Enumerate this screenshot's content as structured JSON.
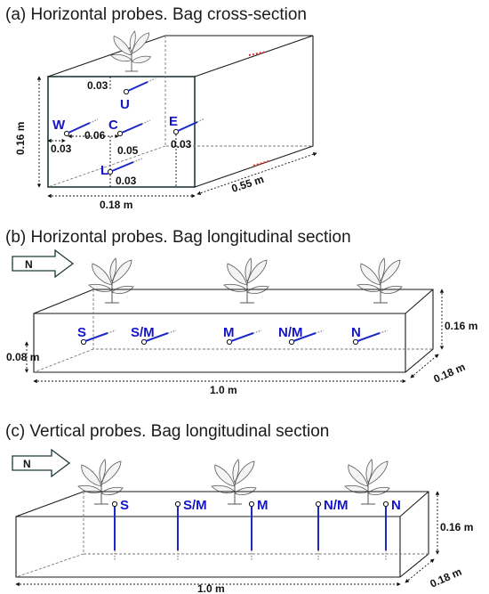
{
  "panel_a": {
    "caption": "(a) Horizontal probes. Bag cross-section",
    "dims": {
      "height": "0.16 m",
      "width": "0.18 m",
      "length": "0.55 m",
      "u_top": "0.03",
      "w_side": "0.03",
      "w_c": "0.06",
      "c_l": "0.05",
      "e_side": "0.03",
      "l_bottom": "0.03"
    },
    "probes": [
      "U",
      "W",
      "C",
      "E",
      "L"
    ]
  },
  "panel_b": {
    "caption": "(b) Horizontal probes. Bag longitudinal section",
    "north": "N",
    "dims": {
      "height": "0.16 m",
      "probe_height": "0.08 m",
      "length": "1.0 m",
      "width": "0.18 m"
    },
    "probes": [
      "S",
      "S/M",
      "M",
      "N/M",
      "N"
    ]
  },
  "panel_c": {
    "caption": "(c) Vertical probes. Bag longitudinal section",
    "north": "N",
    "dims": {
      "height": "0.16 m",
      "length": "1.0 m",
      "width": "0.18 m"
    },
    "probes": [
      "S",
      "S/M",
      "M",
      "N/M",
      "N"
    ]
  },
  "colors": {
    "probe": "#1a28c8",
    "label": "#1515c8",
    "box_front": "#1f3a3a",
    "marker": "#e03030"
  }
}
